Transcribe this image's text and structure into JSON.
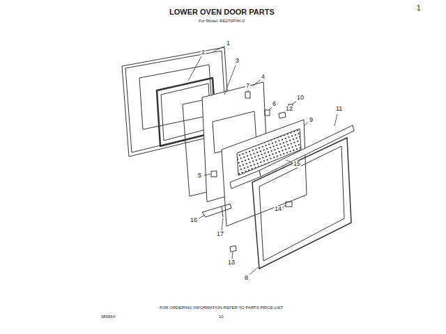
{
  "diagram": {
    "title": "LOWER OVEN DOOR PARTS",
    "labels": [
      "1",
      "For Model: RE270PXK-0",
      "1",
      "2",
      "3",
      "4",
      "7",
      "6",
      "10",
      "12",
      "9",
      "11",
      "15",
      "5",
      "16",
      "17",
      "14",
      "13",
      "8",
      "FOR ORDERING INFORMATION REFER TO PARTS PRICE LIST",
      "980564",
      "10"
    ]
  }
}
